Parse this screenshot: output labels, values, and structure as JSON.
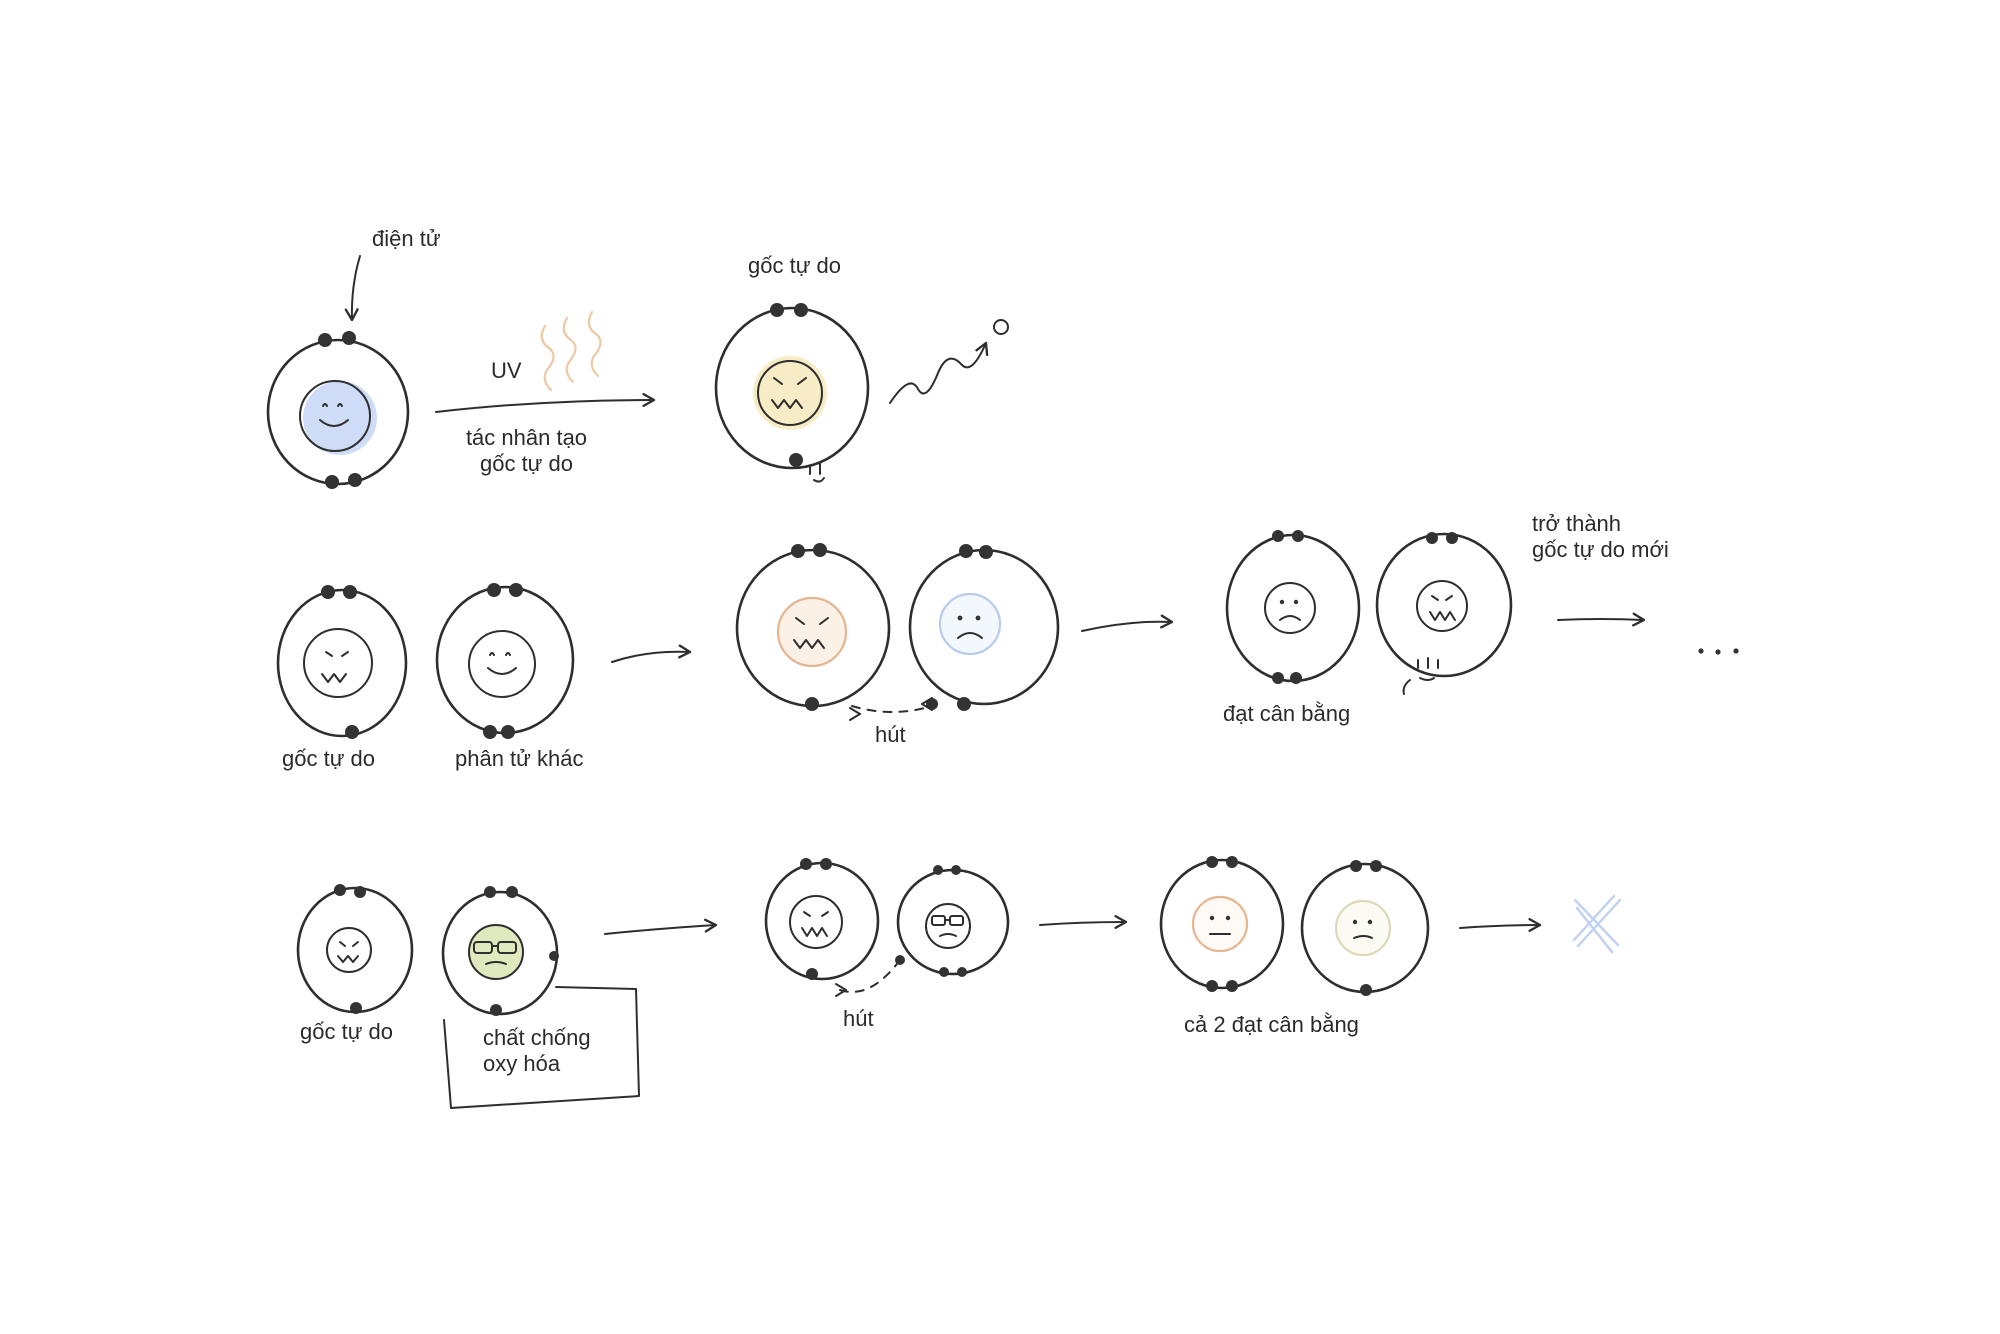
{
  "labels": {
    "electron": "điện tử",
    "uv": "UV",
    "agent": "tác nhân tạo\ngốc tự do",
    "free_radical_top": "gốc tự do",
    "free_radical_row2": "gốc tự do",
    "other_molecule": "phân tử khác",
    "attract_row2": "hút",
    "balanced": "đạt cân bằng",
    "becomes_new": "trở thành\ngốc tự do mới",
    "free_radical_row3": "gốc tự do",
    "antioxidant": "chất chống\noxy hóa",
    "attract_row3": "hút",
    "both_balanced": "cả 2 đạt cân bằng"
  },
  "colors": {
    "ink": "#2e2e2e",
    "stable_core": "#cfdcf7",
    "radical_core": "#f7ecc6",
    "antioxidant_core": "#e0e8bd",
    "uv_rays": "#ecc9a3",
    "orange_outline": "#e6b590",
    "blue_outline": "#b9cbee",
    "stop_x": "#bfd0f3"
  },
  "icons": [
    "uv-rays-icon",
    "stop-x-icon",
    "ellipsis-icon"
  ]
}
